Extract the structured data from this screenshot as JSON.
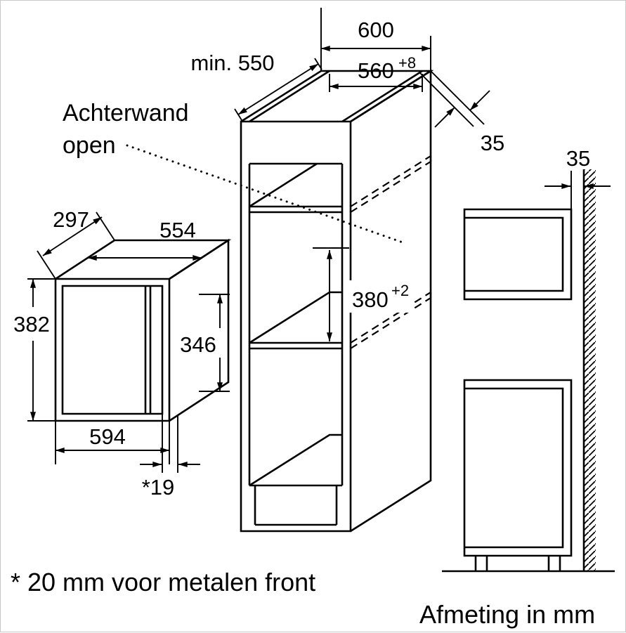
{
  "figure": {
    "units_note": "Afmeting in mm",
    "footnote": "* 20 mm voor metalen front",
    "back_wall_label": {
      "line1": "Achterwand",
      "line2": "open"
    },
    "microwave": {
      "depth_top": "297",
      "body_width": "554",
      "height": "382",
      "body_height": "346",
      "width": "594",
      "front_frame_depth": "*19"
    },
    "cabinet": {
      "outer_width": "600",
      "min_depth": "min. 550",
      "niche_width": "560",
      "niche_width_tol": "+8",
      "niche_height": "380",
      "niche_height_tol": "+2",
      "side_panel_thickness": "35"
    },
    "side_view": {
      "wall_clearance": "35"
    }
  },
  "colors": {
    "line": "#000000",
    "background": "#ffffff"
  }
}
